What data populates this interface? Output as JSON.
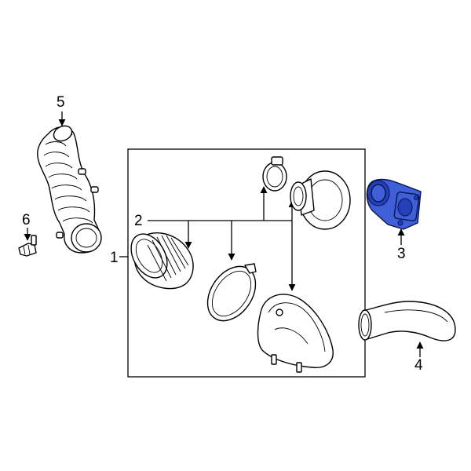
{
  "callouts": [
    "1",
    "2",
    "3",
    "4",
    "5",
    "6"
  ],
  "highlight_color": "#3f5fd6",
  "line_color": "#000000",
  "background": "#ffffff"
}
